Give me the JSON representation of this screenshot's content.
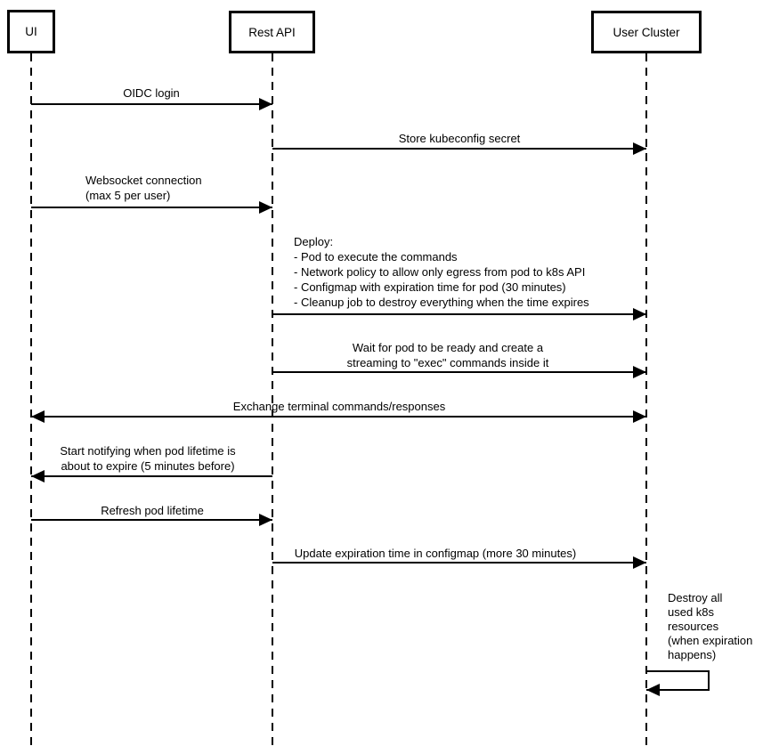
{
  "diagram_type": "sequence-diagram",
  "colors": {
    "line": "#000000",
    "text": "#000000",
    "background": "#ffffff"
  },
  "actors": [
    {
      "id": "ui",
      "label": "UI"
    },
    {
      "id": "rest-api",
      "label": "Rest API"
    },
    {
      "id": "user-cluster",
      "label": "User Cluster"
    }
  ],
  "messages": [
    {
      "from": "UI",
      "to": "Rest API",
      "direction": "right",
      "lines": [
        "OIDC login"
      ]
    },
    {
      "from": "Rest API",
      "to": "User Cluster",
      "direction": "right",
      "lines": [
        "Store kubeconfig secret"
      ]
    },
    {
      "from": "UI",
      "to": "Rest API",
      "direction": "right",
      "lines": [
        "Websocket connection",
        "(max 5 per user)"
      ]
    },
    {
      "from": "Rest API",
      "to": "User Cluster",
      "direction": "right",
      "lines": [
        "Deploy:",
        "- Pod to execute the commands",
        "- Network policy to allow only egress from pod to k8s API",
        "- Configmap with expiration time for pod (30 minutes)",
        "- Cleanup job to destroy everything when the time expires"
      ]
    },
    {
      "from": "Rest API",
      "to": "User Cluster",
      "direction": "right",
      "lines": [
        "Wait for pod to be ready and create a",
        "streaming to \"exec\" commands inside it"
      ]
    },
    {
      "from": "UI",
      "to": "User Cluster",
      "direction": "bidirectional",
      "lines": [
        "Exchange terminal commands/responses"
      ]
    },
    {
      "from": "Rest API",
      "to": "UI",
      "direction": "left",
      "lines": [
        "Start notifying when pod lifetime is",
        "about to expire (5 minutes before)"
      ]
    },
    {
      "from": "UI",
      "to": "Rest API",
      "direction": "right",
      "lines": [
        "Refresh pod lifetime"
      ]
    },
    {
      "from": "Rest API",
      "to": "User Cluster",
      "direction": "right",
      "lines": [
        "Update expiration time in configmap (more 30 minutes)"
      ]
    },
    {
      "from": "User Cluster",
      "to": "User Cluster",
      "direction": "self",
      "lines": [
        "Destroy all",
        "used k8s",
        "resources",
        "(when expiration",
        "happens)"
      ]
    }
  ]
}
